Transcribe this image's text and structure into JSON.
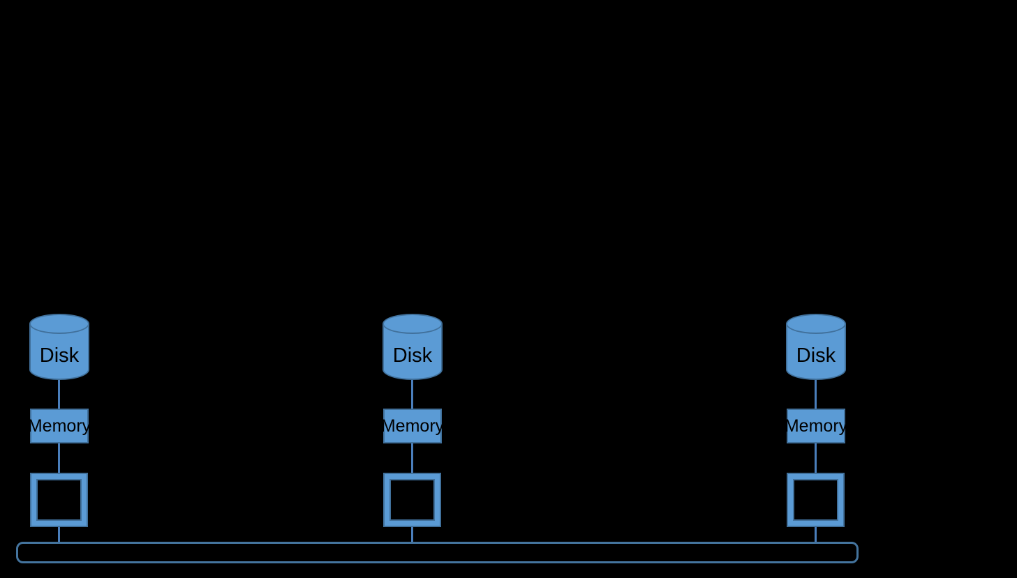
{
  "colors": {
    "background": "#000000",
    "shape_fill": "#5B9BD5",
    "shape_border": "#41719C",
    "connector": "#4A7EBB",
    "bus_border": "#44749E",
    "label_color": "#000000"
  },
  "diagram": {
    "columns": [
      {
        "disk_label": "Disk",
        "memory_label": "Memory"
      },
      {
        "disk_label": "Disk",
        "memory_label": "Memory"
      },
      {
        "disk_label": "Disk",
        "memory_label": "Memory"
      }
    ]
  }
}
